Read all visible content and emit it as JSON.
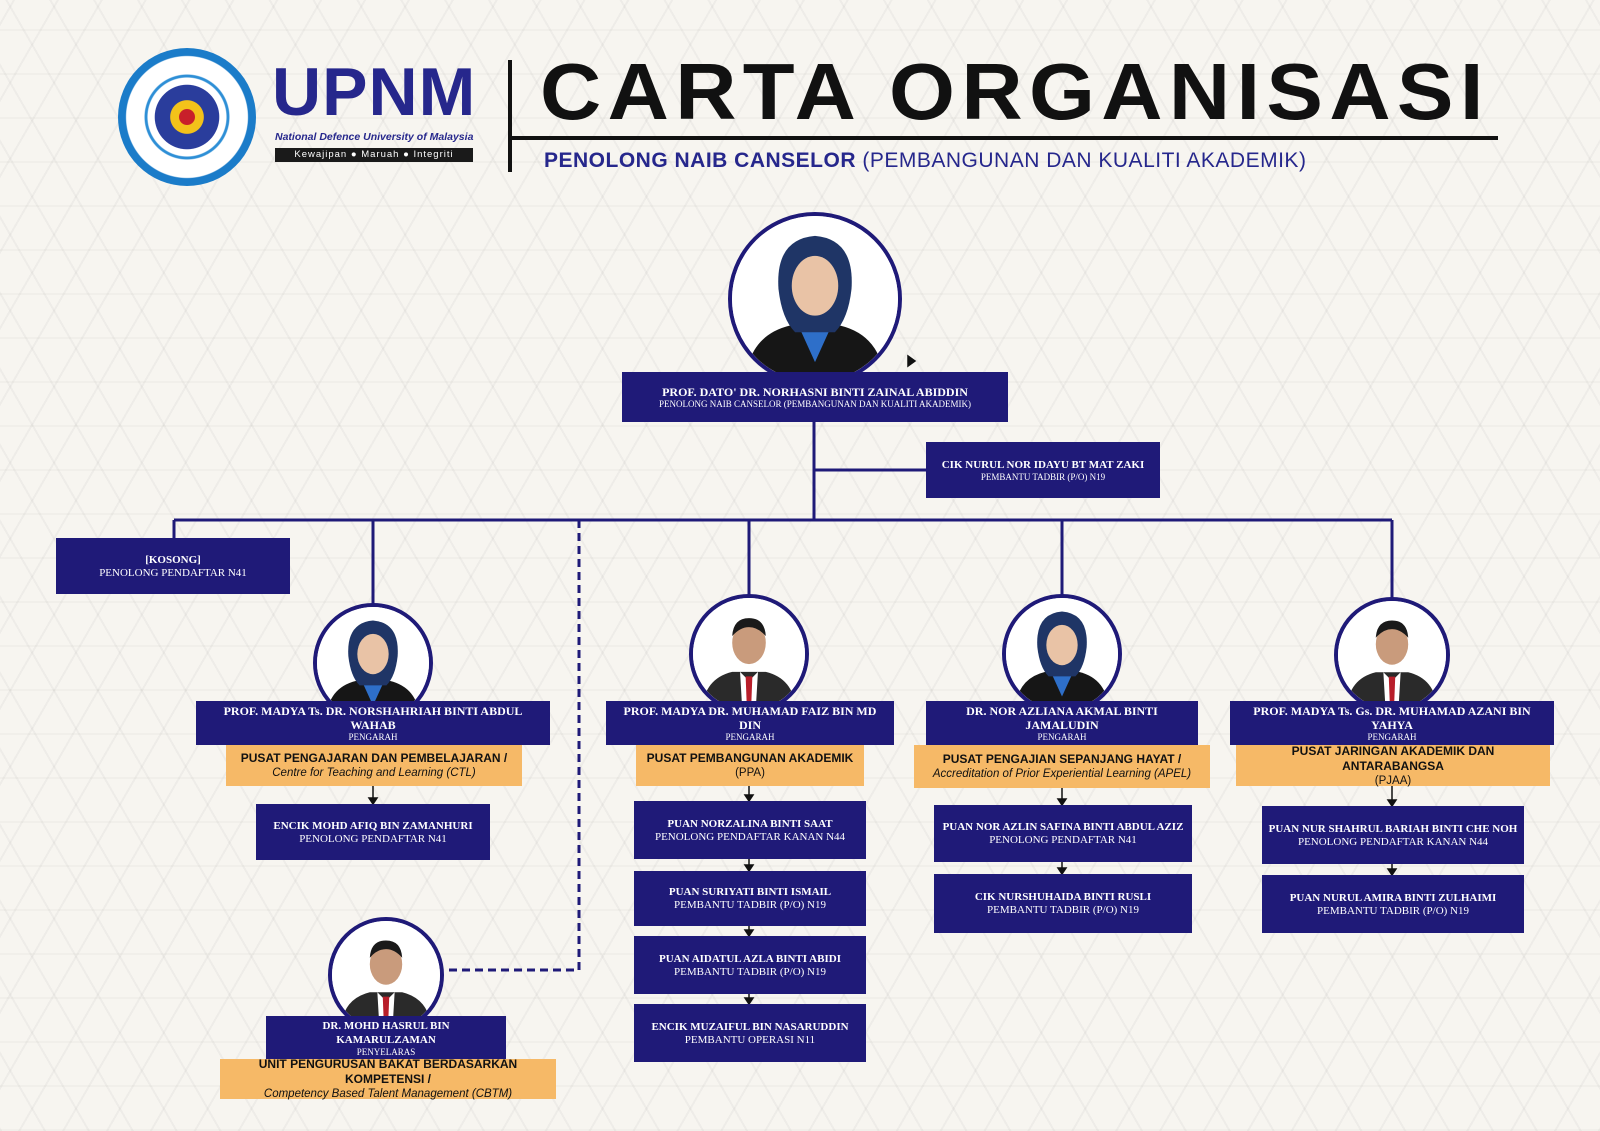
{
  "header": {
    "brand": "UPNM",
    "brand_sub": "National Defence University of Malaysia",
    "motto": "Kewajipan ● Maruah ● Integriti",
    "title": "CARTA ORGANISASI",
    "subtitle_bold": "PENOLONG NAIB CANSELOR",
    "subtitle_rest": "(PEMBANGUNAN DAN KUALITI AKADEMIK)"
  },
  "top": {
    "name": "PROF. DATO' DR. NORHASNI BINTI ZAINAL ABIDDIN",
    "position": "PENOLONG NAIB CANSELOR (PEMBANGUNAN DAN KUALITI AKADEMIK)"
  },
  "assistant": {
    "name": "CIK NURUL NOR IDAYU BT MAT ZAKI",
    "position": "PEMBANTU TADBIR (P/O) N19"
  },
  "vacant": {
    "name": "[KOSONG]",
    "position": "PENOLONG PENDAFTAR N41"
  },
  "ctl": {
    "head_name": "PROF. MADYA Ts. DR. NORSHAHRIAH BINTI ABDUL WAHAB",
    "head_position": "PENGARAH",
    "unit_name": "PUSAT PENGAJARAN DAN PEMBELAJARAN /",
    "unit_sub": "Centre for Teaching and Learning (CTL)",
    "staff": [
      {
        "name": "ENCIK MOHD AFIQ BIN ZAMANHURI",
        "position": "PENOLONG PENDAFTAR N41"
      }
    ]
  },
  "cbtm": {
    "head_name": "DR. MOHD HASRUL BIN KAMARULZAMAN",
    "head_position": "PENYELARAS",
    "unit_name": "UNIT PENGURUSAN BAKAT BERDASARKAN KOMPETENSI /",
    "unit_sub": "Competency Based Talent Management (CBTM)"
  },
  "ppa": {
    "head_name": "PROF. MADYA DR. MUHAMAD FAIZ BIN MD DIN",
    "head_position": "PENGARAH",
    "unit_name": "PUSAT PEMBANGUNAN AKADEMIK",
    "unit_sub": "(PPA)",
    "staff": [
      {
        "name": "PUAN NORZALINA BINTI SAAT",
        "position": "PENOLONG PENDAFTAR KANAN N44"
      },
      {
        "name": "PUAN SURIYATI BINTI ISMAIL",
        "position": "PEMBANTU TADBIR (P/O) N19"
      },
      {
        "name": "PUAN AIDATUL AZLA BINTI ABIDI",
        "position": "PEMBANTU TADBIR (P/O) N19"
      },
      {
        "name": "ENCIK MUZAIFUL BIN NASARUDDIN",
        "position": "PEMBANTU OPERASI N11"
      }
    ]
  },
  "apel": {
    "head_name": "DR. NOR AZLIANA AKMAL BINTI JAMALUDIN",
    "head_position": "PENGARAH",
    "unit_name": "PUSAT PENGAJIAN SEPANJANG HAYAT /",
    "unit_sub": "Accreditation of Prior Experiential Learning (APEL)",
    "staff": [
      {
        "name": "PUAN NOR AZLIN SAFINA BINTI ABDUL AZIZ",
        "position": "PENOLONG PENDAFTAR N41"
      },
      {
        "name": "CIK NURSHUHAIDA BINTI RUSLI",
        "position": "PEMBANTU TADBIR (P/O) N19"
      }
    ]
  },
  "pjaa": {
    "head_name": "PROF. MADYA Ts. Gs. DR. MUHAMAD AZANI BIN YAHYA",
    "head_position": "PENGARAH",
    "unit_name": "PUSAT JARINGAN AKADEMIK DAN ANTARABANGSA",
    "unit_sub": "(PJAA)",
    "staff": [
      {
        "name": "PUAN NUR SHAHRUL BARIAH BINTI CHE NOH",
        "position": "PENOLONG PENDAFTAR KANAN N44"
      },
      {
        "name": "PUAN NURUL AMIRA BINTI ZULHAIMI",
        "position": "PEMBANTU TADBIR (P/O) N19"
      }
    ]
  },
  "colors": {
    "navy": "#1f1a78",
    "unit_fill": "#f6b967",
    "brand_blue": "#26278c"
  }
}
